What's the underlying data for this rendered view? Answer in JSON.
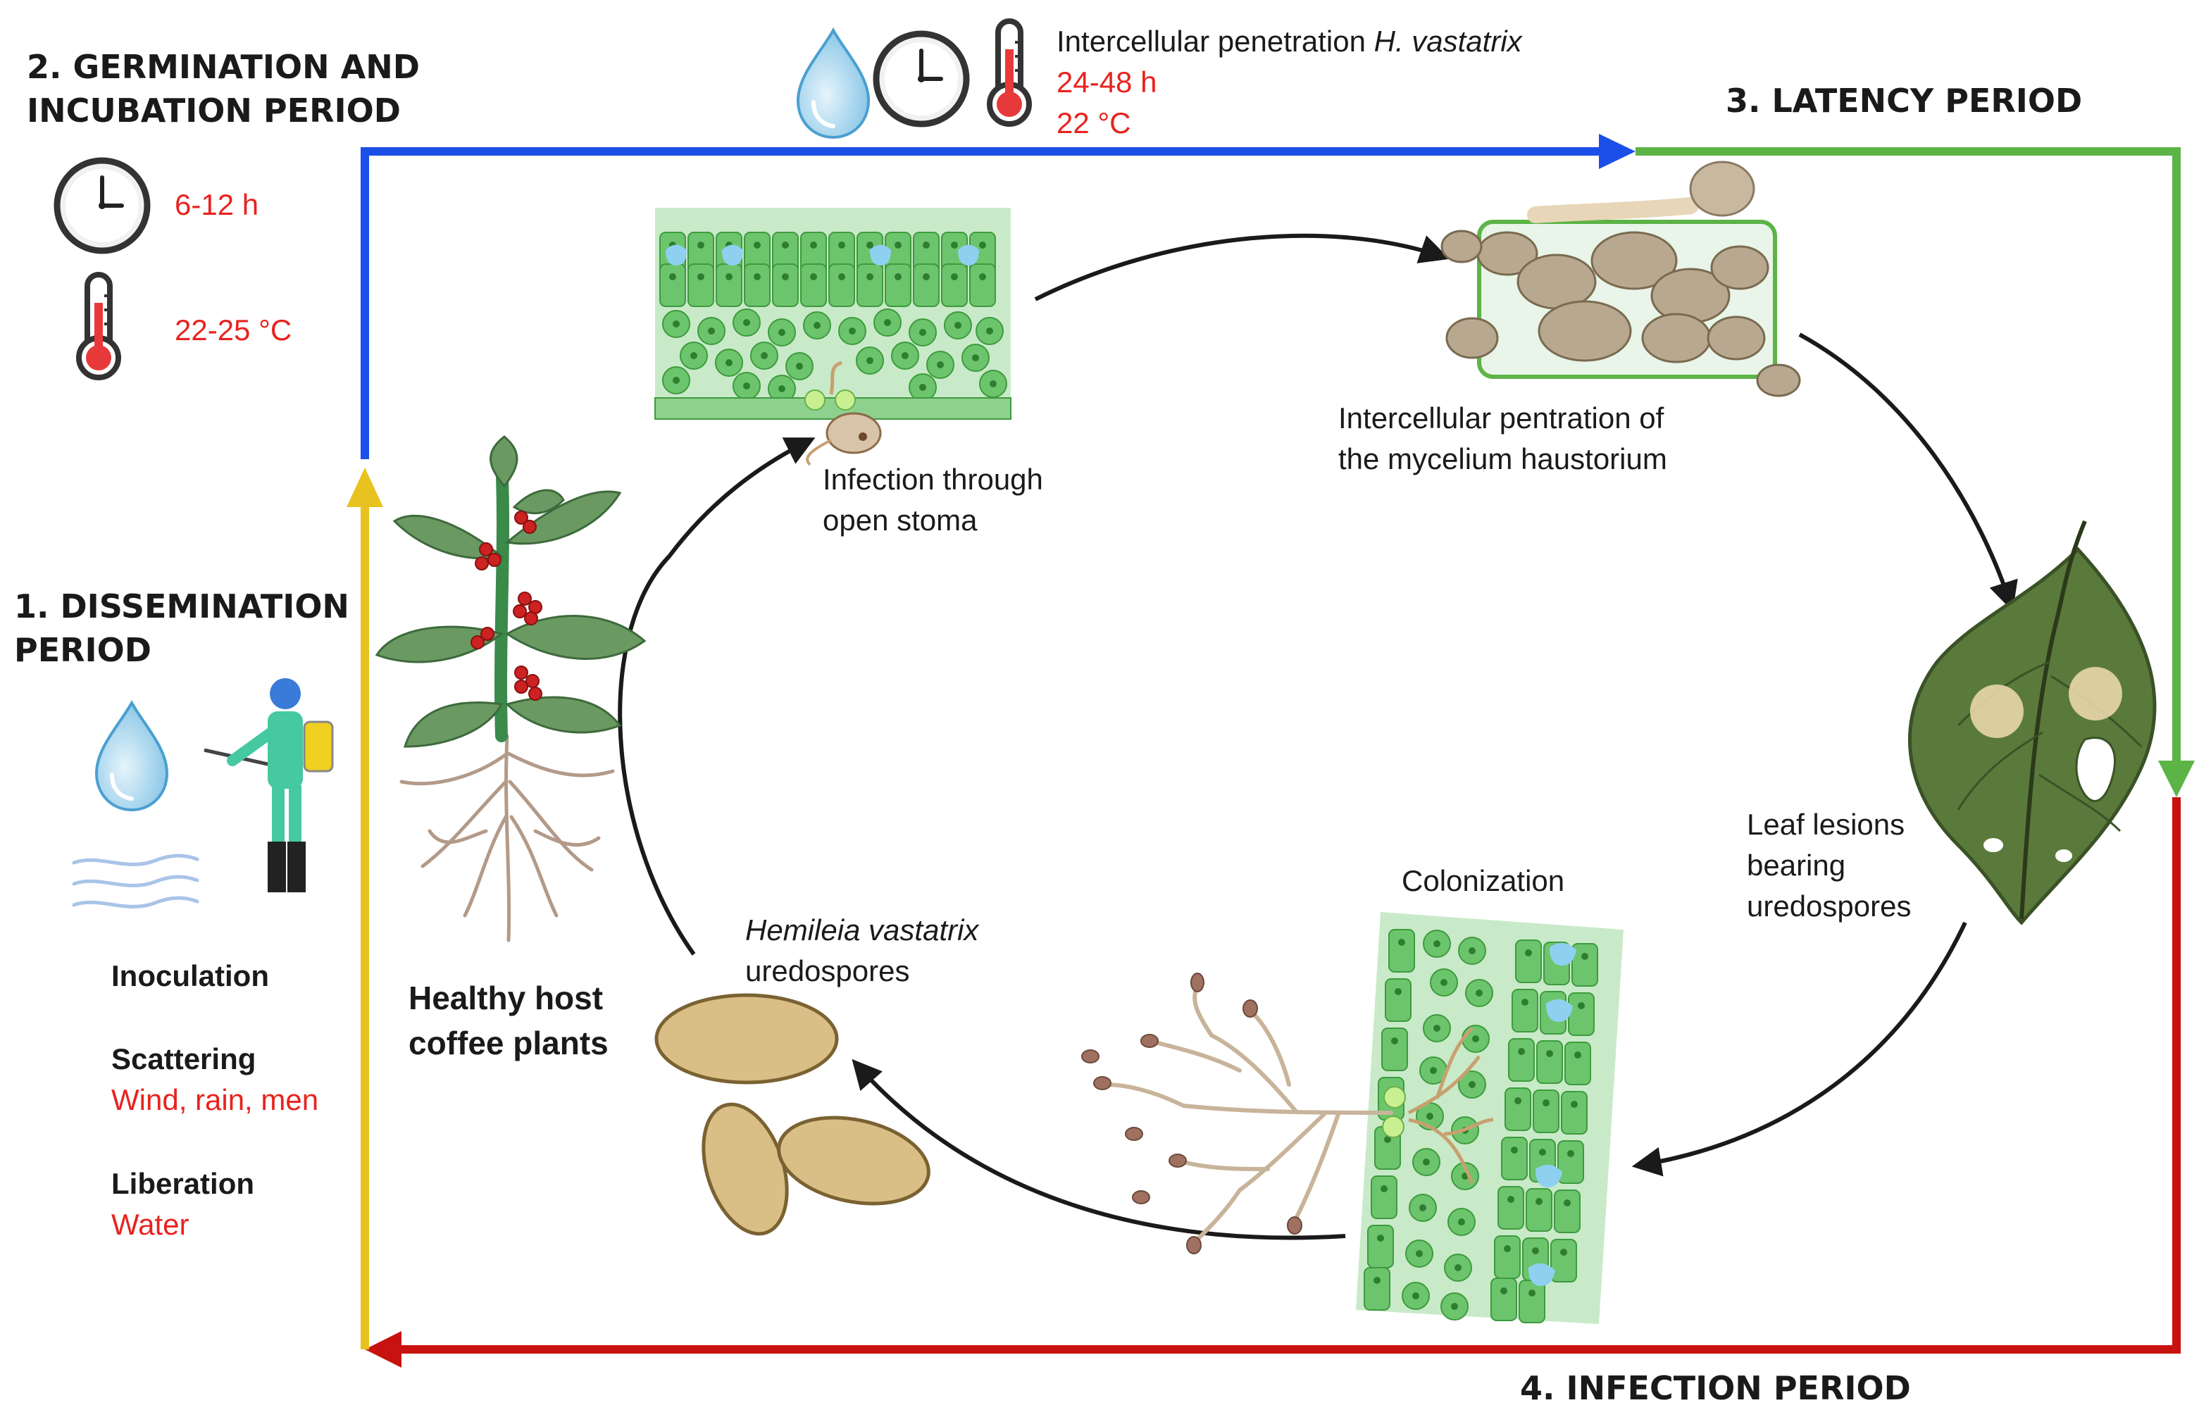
{
  "colors": {
    "germination_arrow": "#1c4fe8",
    "latency_arrow": "#5cb346",
    "infection_arrow": "#c8120f",
    "dissemination_arrow": "#e8c21f",
    "condition_text": "#e8231f",
    "cell_green": "#6cc56c",
    "spore_tan": "#d9bf85"
  },
  "periods": {
    "dissemination": {
      "line1": "1. DISSEMINATION",
      "line2": "PERIOD"
    },
    "germination": {
      "line1": "2. GERMINATION AND",
      "line2": "INCUBATION PERIOD"
    },
    "latency": {
      "label": "3. LATENCY PERIOD"
    },
    "infection": {
      "label": "4. INFECTION PERIOD"
    }
  },
  "germination_conditions": {
    "time": "6-12 h",
    "temperature": "22-25 °C"
  },
  "penetration": {
    "title_prefix": "Intercellular penetration ",
    "title_species": "H. vastatrix",
    "time": "24-48 h",
    "temperature": "22 °C"
  },
  "dissemination_factors": {
    "inoculation": "Inoculation",
    "scattering": "Scattering",
    "scattering_agents": "Wind, rain, men",
    "liberation": "Liberation",
    "liberation_agent": "Water"
  },
  "cycle_stages": {
    "host": {
      "line1": "Healthy host",
      "line2": "coffee plants"
    },
    "stoma": {
      "line1": "Infection through",
      "line2": "open stoma"
    },
    "mycelium": {
      "line1": "Intercellular pentration of",
      "line2": "the mycelium haustorium"
    },
    "lesions": {
      "line1": "Leaf lesions",
      "line2": "bearing",
      "line3": "uredospores"
    },
    "colonization": {
      "label": "Colonization"
    },
    "spores": {
      "species": "Hemileia vastatrix",
      "label": "uredospores"
    }
  },
  "icons": [
    "water-drop-icon",
    "clock-icon",
    "thermometer-icon",
    "wind-icon",
    "sprayer-worker-icon"
  ]
}
